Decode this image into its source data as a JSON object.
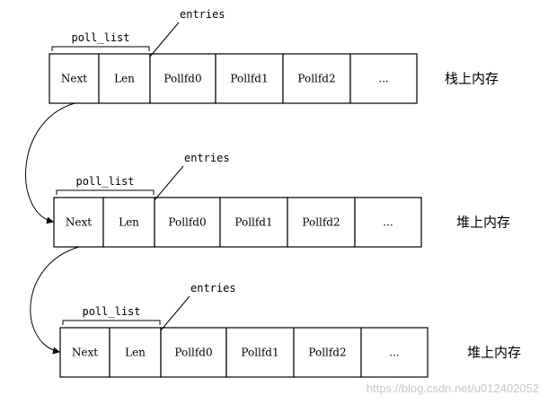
{
  "rows": [
    {
      "name": "stack",
      "poll_list_label": "poll_list",
      "entries_label": "entries",
      "memory_label": "栈上内存",
      "cells": [
        "Next",
        "Len",
        "Pollfd0",
        "Pollfd1",
        "Pollfd2",
        "..."
      ]
    },
    {
      "name": "heap-1",
      "poll_list_label": "poll_list",
      "entries_label": "entries",
      "memory_label": "堆上内存",
      "cells": [
        "Next",
        "Len",
        "Pollfd0",
        "Pollfd1",
        "Pollfd2",
        "..."
      ]
    },
    {
      "name": "heap-2",
      "poll_list_label": "poll_list",
      "entries_label": "entries",
      "memory_label": "堆上内存",
      "cells": [
        "Next",
        "Len",
        "Pollfd0",
        "Pollfd1",
        "Pollfd2",
        "..."
      ]
    }
  ],
  "watermark": "https://blog.csdn.net/u012402052"
}
